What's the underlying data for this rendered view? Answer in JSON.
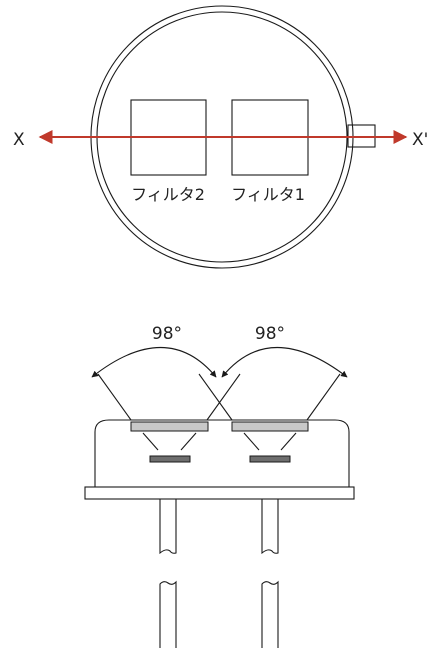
{
  "top_view": {
    "axis_left_label": "X",
    "axis_right_label": "X'",
    "filter_left_label": "フィルタ2",
    "filter_right_label": "フィルタ1",
    "axis_color": "#c0392b"
  },
  "side_view": {
    "angle_left_label": "98°",
    "angle_right_label": "98°",
    "filter_color": "#c8c8c8",
    "sensor_color": "#6e6e6e"
  }
}
